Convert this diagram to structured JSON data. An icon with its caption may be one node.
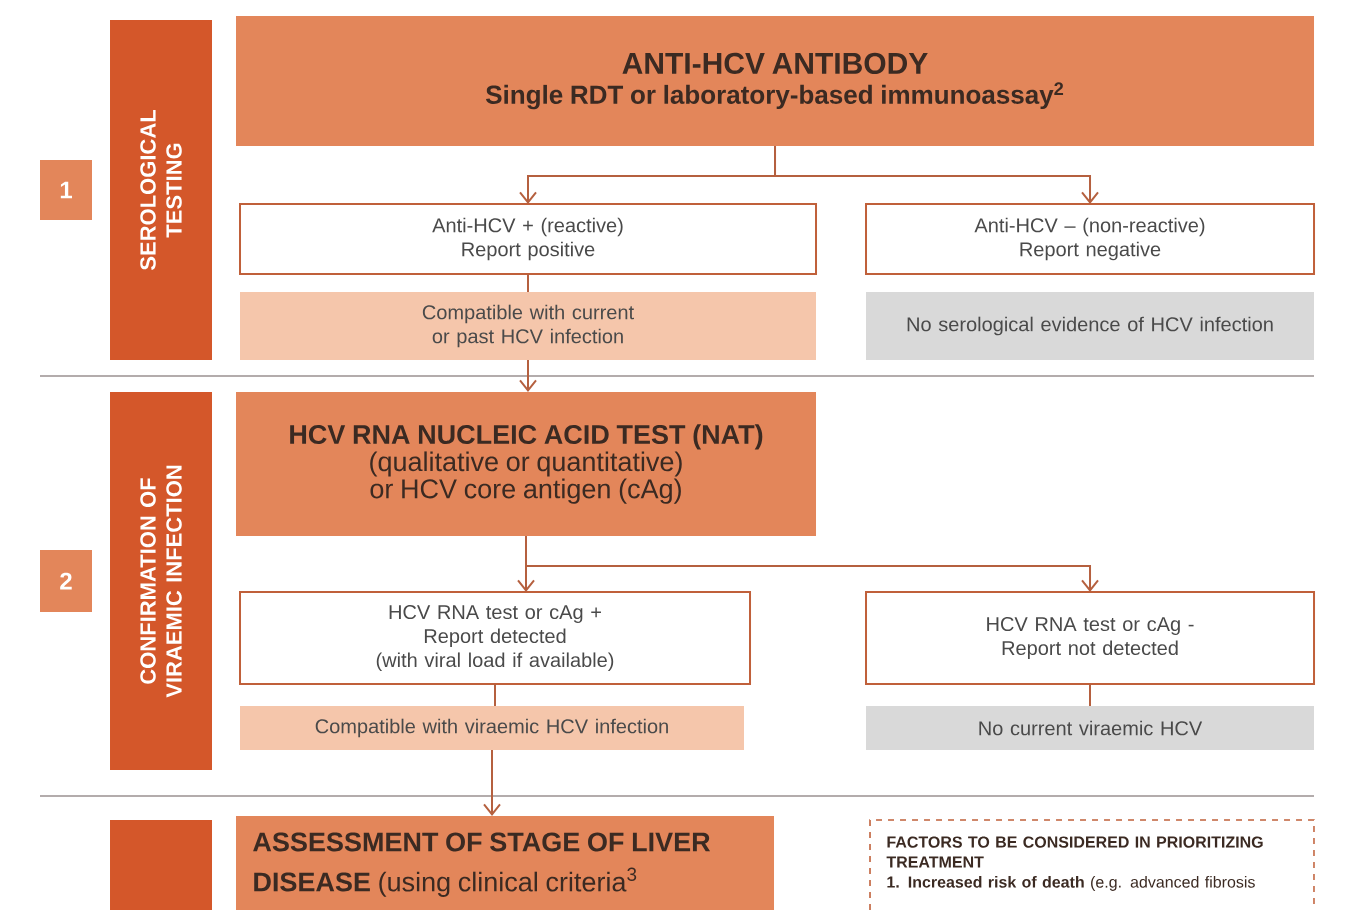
{
  "diagram": {
    "nodes": [
      {
        "text": [
          "SEROLOGICAL TESTING"
        ]
      },
      {
        "text": [
          "1"
        ]
      },
      {
        "text": [
          "ANTI-HCV ANTIBODY",
          "Single RDT or laboratory-based immunoassay$^{2}$"
        ]
      },
      {
        "text": [
          "Anti-HCV + (reactive)",
          "Report positive"
        ]
      },
      {
        "text": [
          "Anti-HCV – (non-reactive)",
          "Report negative"
        ]
      },
      {
        "text": [
          "Compatible with current or past HCV infection"
        ]
      },
      {
        "text": [
          "No serological evidence of HCV infection"
        ]
      },
      {
        "text": [
          "CONFIRMATION OF VIRAEMIC INFECTION"
        ]
      },
      {
        "text": [
          "2"
        ]
      },
      {
        "text": [
          "HCV RNA NUCLEIC ACID TEST (NAT)",
          "(qualitative or quantitative) or HCV core antigen (cAg)"
        ]
      },
      {
        "text": [
          "HCV RNA test or cAg +",
          "Report detected",
          "(with viral load if available)"
        ]
      },
      {
        "text": [
          "HCV RNA test or cAg -",
          "Report not detected"
        ]
      },
      {
        "text": [
          "Compatible with viraemic HCV infection"
        ]
      },
      {
        "text": [
          "No current viraemic HCV"
        ]
      },
      {
        "text": [],
        "shape": "box"
      },
      {
        "text": [
          "**ASSESSMENT OF STAGE OF LIVER DISEASE** (using clinical criteria$^{3}$"
        ]
      },
      {
        "text": [
          "FACTORS TO BE CONSIDERED IN PRIORITIZING TREATMENT",
          "**1. Increased risk of death** (e.g. advanced fibrosis"
        ]
      }
    ],
    "edges": [
      {
        "from": 2,
        "to": 3,
        "arrow": "to"
      },
      {
        "from": 2,
        "to": 4,
        "arrow": "to"
      },
      {
        "from": 3,
        "to": 5,
        "arrow": "none"
      },
      {
        "from": 5,
        "to": 9,
        "arrow": "to"
      },
      {
        "from": 9,
        "to": 10,
        "arrow": "to"
      },
      {
        "from": 9,
        "to": 11,
        "arrow": "to"
      },
      {
        "from": 10,
        "to": 12,
        "arrow": "none"
      },
      {
        "from": 11,
        "to": 13,
        "arrow": "none"
      },
      {
        "from": 12,
        "to": 15,
        "arrow": "to"
      }
    ]
  }
}
